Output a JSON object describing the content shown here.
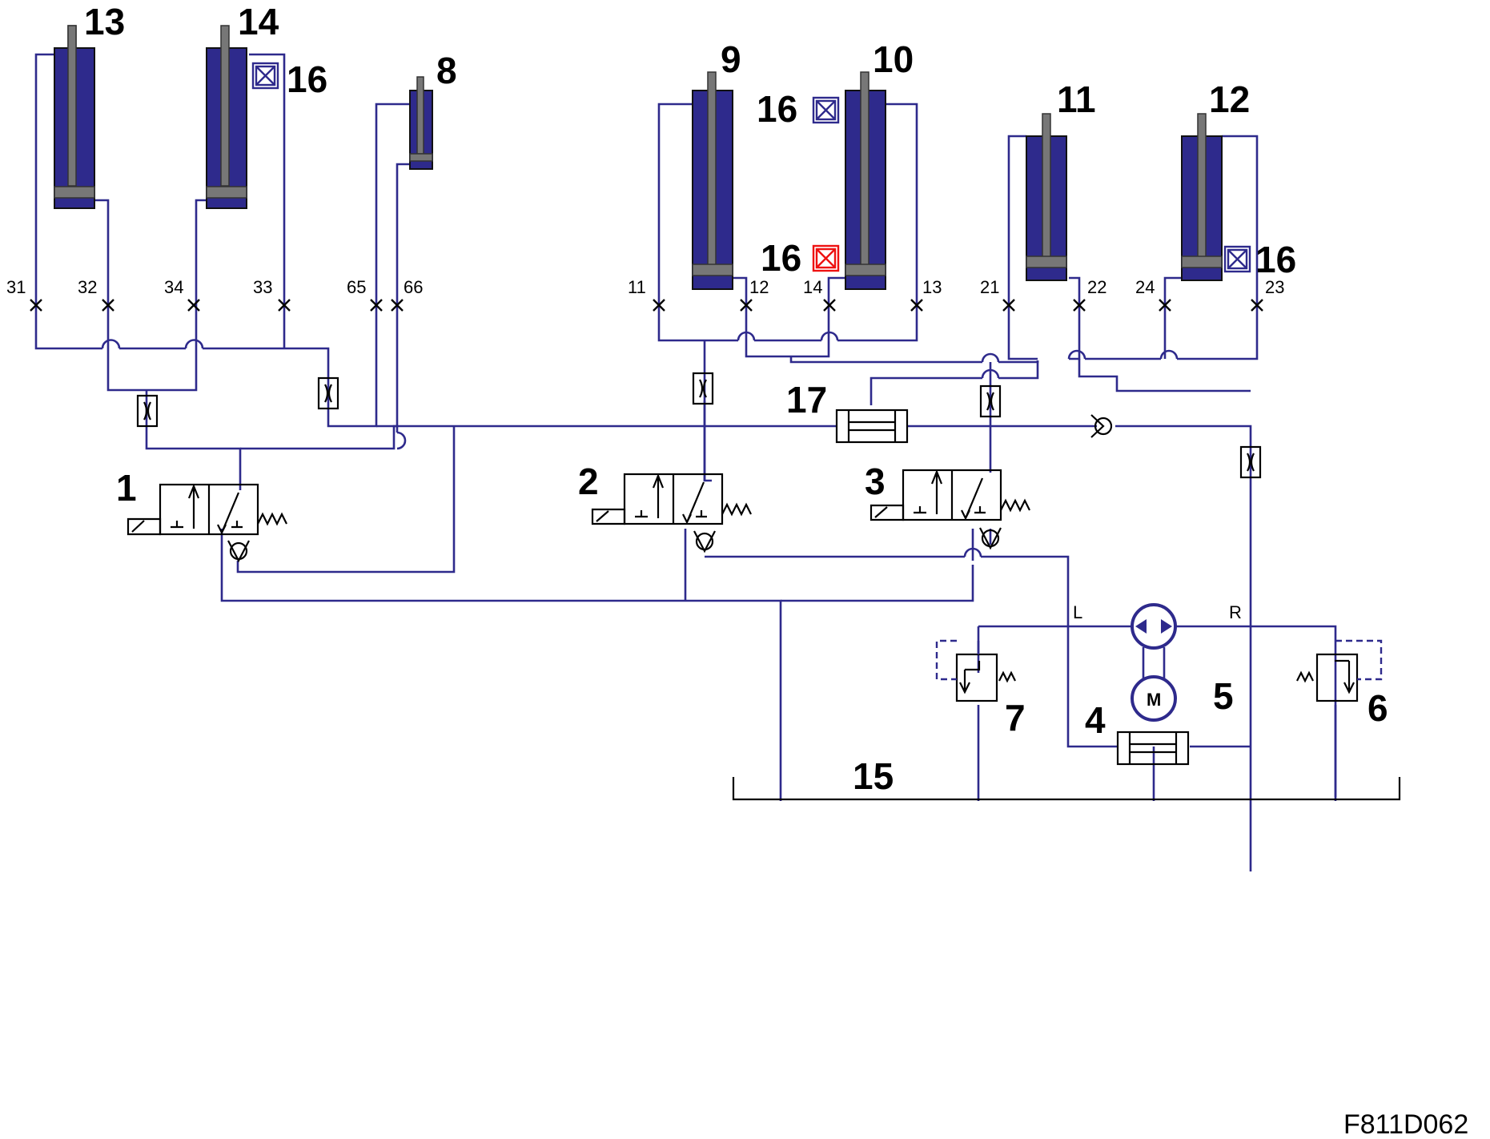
{
  "labels": {
    "c13": "13",
    "c14": "14",
    "c8": "8",
    "c9": "9",
    "c10": "10",
    "c11": "11",
    "c12": "12",
    "v1": "1",
    "v2": "2",
    "v3": "3",
    "pump4": "4",
    "motor5": "5",
    "relief6": "6",
    "relief7": "7",
    "tank15": "15",
    "valve17": "17",
    "s16a": "16",
    "s16b": "16",
    "s16c": "16",
    "s16d": "16",
    "motor_M": "M",
    "left_L": "L",
    "right_R": "R"
  },
  "ports": [
    "31",
    "32",
    "34",
    "33",
    "65",
    "66",
    "11",
    "12",
    "14",
    "13",
    "21",
    "22",
    "24",
    "23"
  ],
  "figure_code": "F811D062",
  "colors": {
    "line": "#2e2a8c",
    "cylinder": "#2e2a8c",
    "sensor_normal": "#2e2a8c",
    "sensor_active": "#e11"
  }
}
